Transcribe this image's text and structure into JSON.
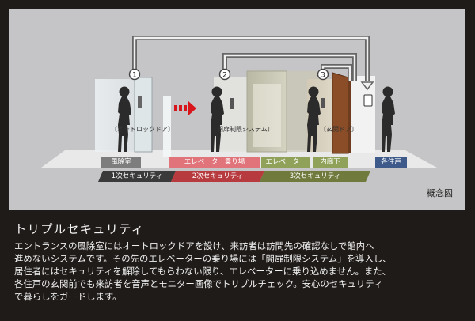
{
  "diagram": {
    "steps": [
      "1",
      "2",
      "3"
    ],
    "door_labels": [
      "〔オートロックドア〕",
      "〔開扉制限システム〕",
      "〔玄関ドア〕"
    ],
    "zones": {
      "vestibule": "風除室",
      "elevator_hall": "エレベーター乗り場",
      "elevator": "エレベーター",
      "inner_corridor": "内廊下",
      "each_unit": "各住戸"
    },
    "security_levels": [
      "1次セキュリティ",
      "2次セキュリティ",
      "3次セキュリティ"
    ],
    "concept_label": "概念図",
    "colors": {
      "vestibule": "#7d7d7d",
      "elevator_hall": "#e0747a",
      "elevator": "#90a15a",
      "inner_corridor": "#90a15a",
      "each_unit": "#3d5a8a",
      "arrow": "#d8151b"
    }
  },
  "section": {
    "title": "トリプルセキュリティ",
    "body_lines": [
      "エントランスの風除室にはオートロックドアを設け、来訪者は訪問先の確認なしで館内へ",
      "進めないシステムです。その先のエレベーターの乗り場には「開扉制限システム」を導入し、",
      "居住者にはセキュリティを解除してもらわない限り、エレベーターに乗り込めません。また、",
      "各住戸の玄関前でも来訪者を音声とモニター画像でトリプルチェック。安心のセキュリティ",
      "で暮らしをガードします。"
    ]
  }
}
